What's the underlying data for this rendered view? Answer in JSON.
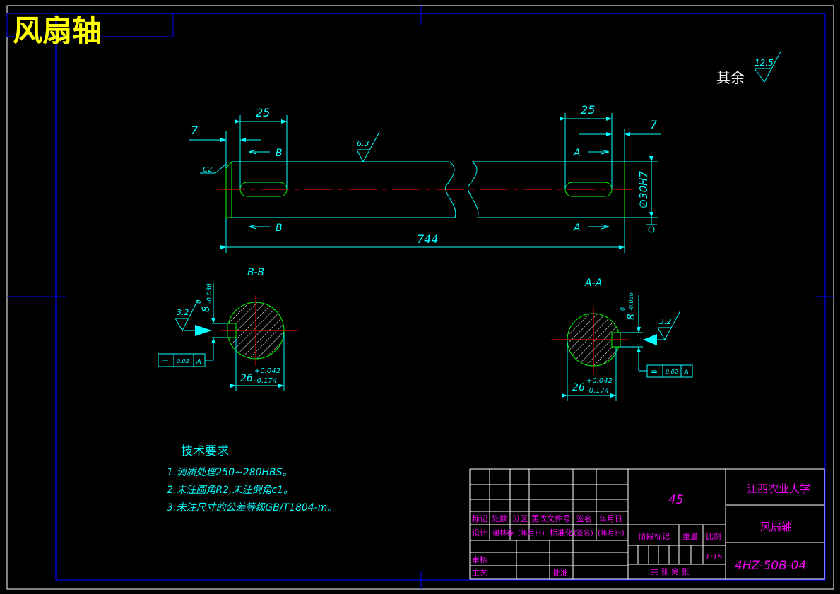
{
  "title": "风扇轴",
  "roughness_default": {
    "prefix": "其余",
    "value": "12.5"
  },
  "dims": {
    "keyway_left": "25",
    "keyway_right": "25",
    "offset_left": "7",
    "offset_right": "7",
    "chamfer": "C2",
    "roughness_main": "6.3",
    "section_marker_b": "B",
    "section_marker_a": "A",
    "length": "744",
    "diameter": "∅30H7"
  },
  "section_b": {
    "title": "B-B",
    "depth": "8",
    "depth_tol_upper": "0",
    "depth_tol_lower": "-0.036",
    "roughness": "3.2",
    "width": "26",
    "width_tol_upper": "+0.042",
    "width_tol_lower": "-0.174",
    "tolerance_frame": [
      "=",
      "0.02",
      "A"
    ]
  },
  "section_a": {
    "title": "A-A",
    "depth": "8",
    "depth_tol_upper": "0",
    "depth_tol_lower": "-0.036",
    "roughness": "3.2",
    "width": "26",
    "width_tol_upper": "+0.042",
    "width_tol_lower": "-0.174",
    "tolerance_frame": [
      "=",
      "0.02",
      "A"
    ]
  },
  "tech_requirements": {
    "heading": "技术要求",
    "items": [
      "1.调质处理250~280HBS。",
      "2.未注圆角R2,未注倒角c1。",
      "3.未注尺寸的公差等级GB/T1804-m。"
    ]
  },
  "title_block": {
    "material": "45",
    "school": "江西农业大学",
    "part_name": "风扇轴",
    "drawing_no": "4HZ-50B-04",
    "scale": "1:15",
    "header_labels": [
      "标记",
      "处数",
      "分区",
      "更改文件号",
      "签名",
      "年月日"
    ],
    "design_row": [
      "设计",
      "谢林春",
      "(年月日)",
      "标准化",
      "(签名)",
      "(年月日)"
    ],
    "stage_label": "阶段标记",
    "weight_label": "重量",
    "scale_label": "比例",
    "review_label": "审核",
    "process_label": "工艺",
    "approve_label": "批准",
    "sheets_label": "共  张 第  张"
  },
  "colors": {
    "frame_blue": "#0000ff",
    "outline_green": "#00ff00",
    "dimension_cyan": "#00ffff",
    "centerline_red": "#ff0000",
    "title_yellow": "#ffff00",
    "block_magenta": "#ff00ff",
    "block_white": "#ffffff"
  }
}
